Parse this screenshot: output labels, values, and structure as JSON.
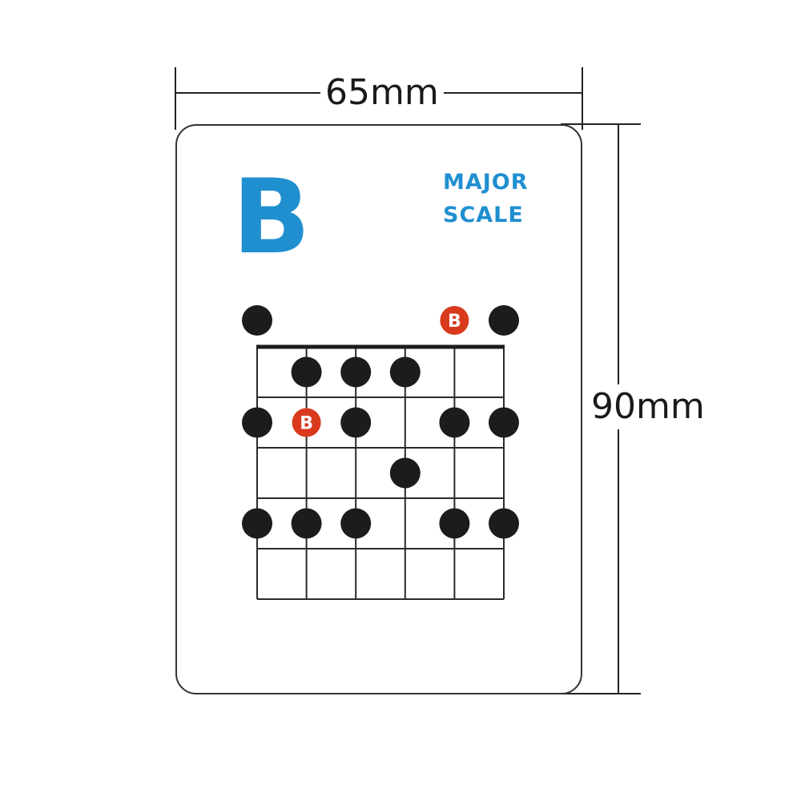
{
  "dimensions": {
    "width_label": "65mm",
    "height_label": "90mm"
  },
  "card": {
    "key": "B",
    "scale_lines": [
      "MAJOR",
      "SCALE"
    ]
  },
  "colors": {
    "accent_blue": "#1f8fd0",
    "root_red": "#d93a1c",
    "dot_black": "#1c1c1c",
    "line": "#2a2a2a"
  },
  "diagram": {
    "strings": 6,
    "frets": 5,
    "root_label": "B",
    "notes": [
      {
        "string": 1,
        "fret": 0,
        "root": false
      },
      {
        "string": 5,
        "fret": 0,
        "root": true
      },
      {
        "string": 6,
        "fret": 0,
        "root": false
      },
      {
        "string": 2,
        "fret": 1,
        "root": false
      },
      {
        "string": 3,
        "fret": 1,
        "root": false
      },
      {
        "string": 4,
        "fret": 1,
        "root": false
      },
      {
        "string": 1,
        "fret": 2,
        "root": false
      },
      {
        "string": 2,
        "fret": 2,
        "root": true
      },
      {
        "string": 3,
        "fret": 2,
        "root": false
      },
      {
        "string": 5,
        "fret": 2,
        "root": false
      },
      {
        "string": 6,
        "fret": 2,
        "root": false
      },
      {
        "string": 4,
        "fret": 3,
        "root": false
      },
      {
        "string": 1,
        "fret": 4,
        "root": false
      },
      {
        "string": 2,
        "fret": 4,
        "root": false
      },
      {
        "string": 3,
        "fret": 4,
        "root": false
      },
      {
        "string": 5,
        "fret": 4,
        "root": false
      },
      {
        "string": 6,
        "fret": 4,
        "root": false
      }
    ]
  }
}
